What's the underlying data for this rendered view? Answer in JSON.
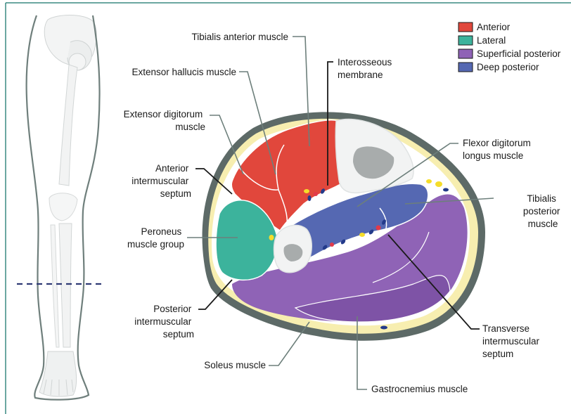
{
  "legend": [
    {
      "label": "Anterior",
      "color": "#e1473c"
    },
    {
      "label": "Lateral",
      "color": "#3cb39c"
    },
    {
      "label": "Superficial posterior",
      "color": "#8f63b6"
    },
    {
      "label": "Deep posterior",
      "color": "#5568b2"
    }
  ],
  "labels": {
    "tibialis_anterior": [
      "Tibialis anterior muscle"
    ],
    "extensor_hallucis": [
      "Extensor hallucis muscle"
    ],
    "extensor_digitorum": [
      "Extensor digitorum",
      "muscle"
    ],
    "anterior_septum": [
      "Anterior",
      "intermuscular",
      "septum"
    ],
    "peroneus": [
      "Peroneus",
      "muscle group"
    ],
    "posterior_septum": [
      "Posterior",
      "intermuscular",
      "septum"
    ],
    "soleus": [
      "Soleus muscle"
    ],
    "interosseous": [
      "Interosseous",
      "membrane"
    ],
    "flexor_digitorum": [
      "Flexor digitorum",
      "longus muscle"
    ],
    "tibialis_posterior": [
      "Tibialis",
      "posterior",
      "muscle"
    ],
    "transverse_septum": [
      "Transverse",
      "intermuscular",
      "septum"
    ],
    "gastrocnemius": [
      "Gastrocnemius muscle"
    ]
  },
  "colors": {
    "anterior": "#e1473c",
    "lateral": "#3cb39c",
    "superficial_posterior": "#8f63b6",
    "deep_posterior": "#5568b2",
    "fat": "#f7eeb0",
    "bone": "#a8acac",
    "skin_outline": "#5d6a67",
    "frame": "#3a8a82"
  }
}
